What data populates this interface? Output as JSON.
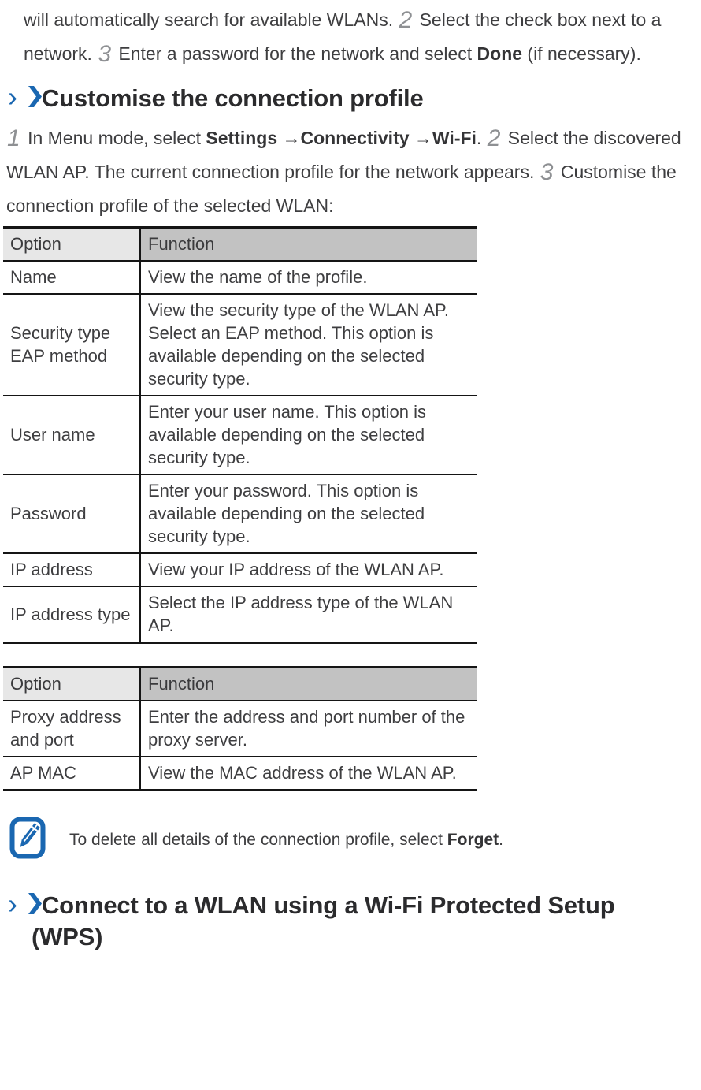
{
  "colors": {
    "accent_blue": "#1a67b1",
    "step_number_gray": "#8e9093",
    "body_text": "#3e3e40",
    "heading_text": "#2b2b2d",
    "table_header_option_bg": "#e7e7e7",
    "table_header_function_bg": "#c2c2c2",
    "table_border": "#151515"
  },
  "icons": {
    "heading_marker_outline": "›",
    "heading_marker_solid": "chevron-right-solid",
    "note_icon": "pencil-note"
  },
  "para1": [
    {
      "t": "will automatically search for available WLANs. "
    },
    {
      "n": "2"
    },
    {
      "t": " Select the check box next to a network. "
    },
    {
      "n": "3"
    },
    {
      "t": " Enter a password for the network and select "
    },
    {
      "b": "Done"
    },
    {
      "t": " (if necessary)."
    }
  ],
  "heading1": "Customise the connection profile",
  "para2": [
    {
      "n": "1"
    },
    {
      "t": " In Menu mode, select "
    },
    {
      "b": "Settings"
    },
    {
      "t": " →"
    },
    {
      "b": "Connectivity"
    },
    {
      "t": " →"
    },
    {
      "b": "Wi-Fi"
    },
    {
      "t": ". "
    },
    {
      "n": "2"
    },
    {
      "t": " Select the discovered WLAN AP. The current connection profile for the network appears. "
    },
    {
      "n": "3"
    },
    {
      "t": " Customise the connection profile of the selected WLAN:"
    }
  ],
  "table1": {
    "headers": [
      "Option",
      "Function"
    ],
    "rows": [
      [
        "Name",
        "View the name of the profile."
      ],
      [
        "Security type EAP method",
        "View the security type of the WLAN AP. Select an EAP method. This option is available depending on the selected security type."
      ],
      [
        "User name",
        "Enter your user name. This option is available depending on the selected security type."
      ],
      [
        "Password",
        "Enter your password. This option is available depending on the selected security type."
      ],
      [
        "IP address",
        "View your IP address of the WLAN AP."
      ],
      [
        "IP address type",
        "Select the IP address type of the WLAN AP."
      ]
    ]
  },
  "table2": {
    "headers": [
      "Option",
      "Function"
    ],
    "rows": [
      [
        "Proxy address and port",
        "Enter the address and port number of the proxy server."
      ],
      [
        "AP MAC",
        "View the MAC address of the WLAN AP."
      ]
    ]
  },
  "note": [
    {
      "t": "To delete all details of the connection profile, select "
    },
    {
      "b": "Forget"
    },
    {
      "t": "."
    }
  ],
  "heading2_line1": "Connect to a WLAN using a Wi-Fi Protected Setup",
  "heading2_line2": "(WPS)"
}
